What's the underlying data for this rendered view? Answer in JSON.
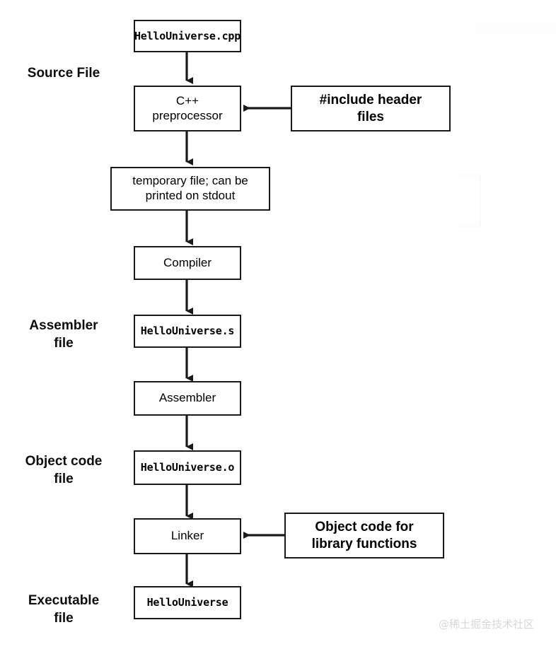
{
  "diagram": {
    "title": "C++ compilation pipeline",
    "stage_labels": [
      {
        "id": "source-file",
        "text": "Source File"
      },
      {
        "id": "assembler-file",
        "text": "Assembler\nfile"
      },
      {
        "id": "object-code-file",
        "text": "Object code\nfile"
      },
      {
        "id": "executable-file",
        "text": "Executable\nfile"
      }
    ],
    "nodes": [
      {
        "id": "source-cpp",
        "text": "HelloUniverse.cpp"
      },
      {
        "id": "cpp-preprocessor",
        "text": "C++\npreprocessor"
      },
      {
        "id": "include-headers",
        "text": "#include header\nfiles"
      },
      {
        "id": "temporary-file",
        "text": "temporary file; can be\nprinted on stdout"
      },
      {
        "id": "compiler",
        "text": "Compiler"
      },
      {
        "id": "assembly-file",
        "text": "HelloUniverse.s"
      },
      {
        "id": "assembler",
        "text": "Assembler"
      },
      {
        "id": "object-file",
        "text": "HelloUniverse.o"
      },
      {
        "id": "linker",
        "text": "Linker"
      },
      {
        "id": "library-object-code",
        "text": "Object code for\nlibrary functions"
      },
      {
        "id": "executable",
        "text": "HelloUniverse"
      }
    ],
    "watermark": {
      "text": "@稀土掘金技术社区"
    },
    "colors": {
      "stroke": "#1a1a1a",
      "background": "#ffffff",
      "text": "#000000",
      "watermark": "#d8d8d8"
    }
  }
}
